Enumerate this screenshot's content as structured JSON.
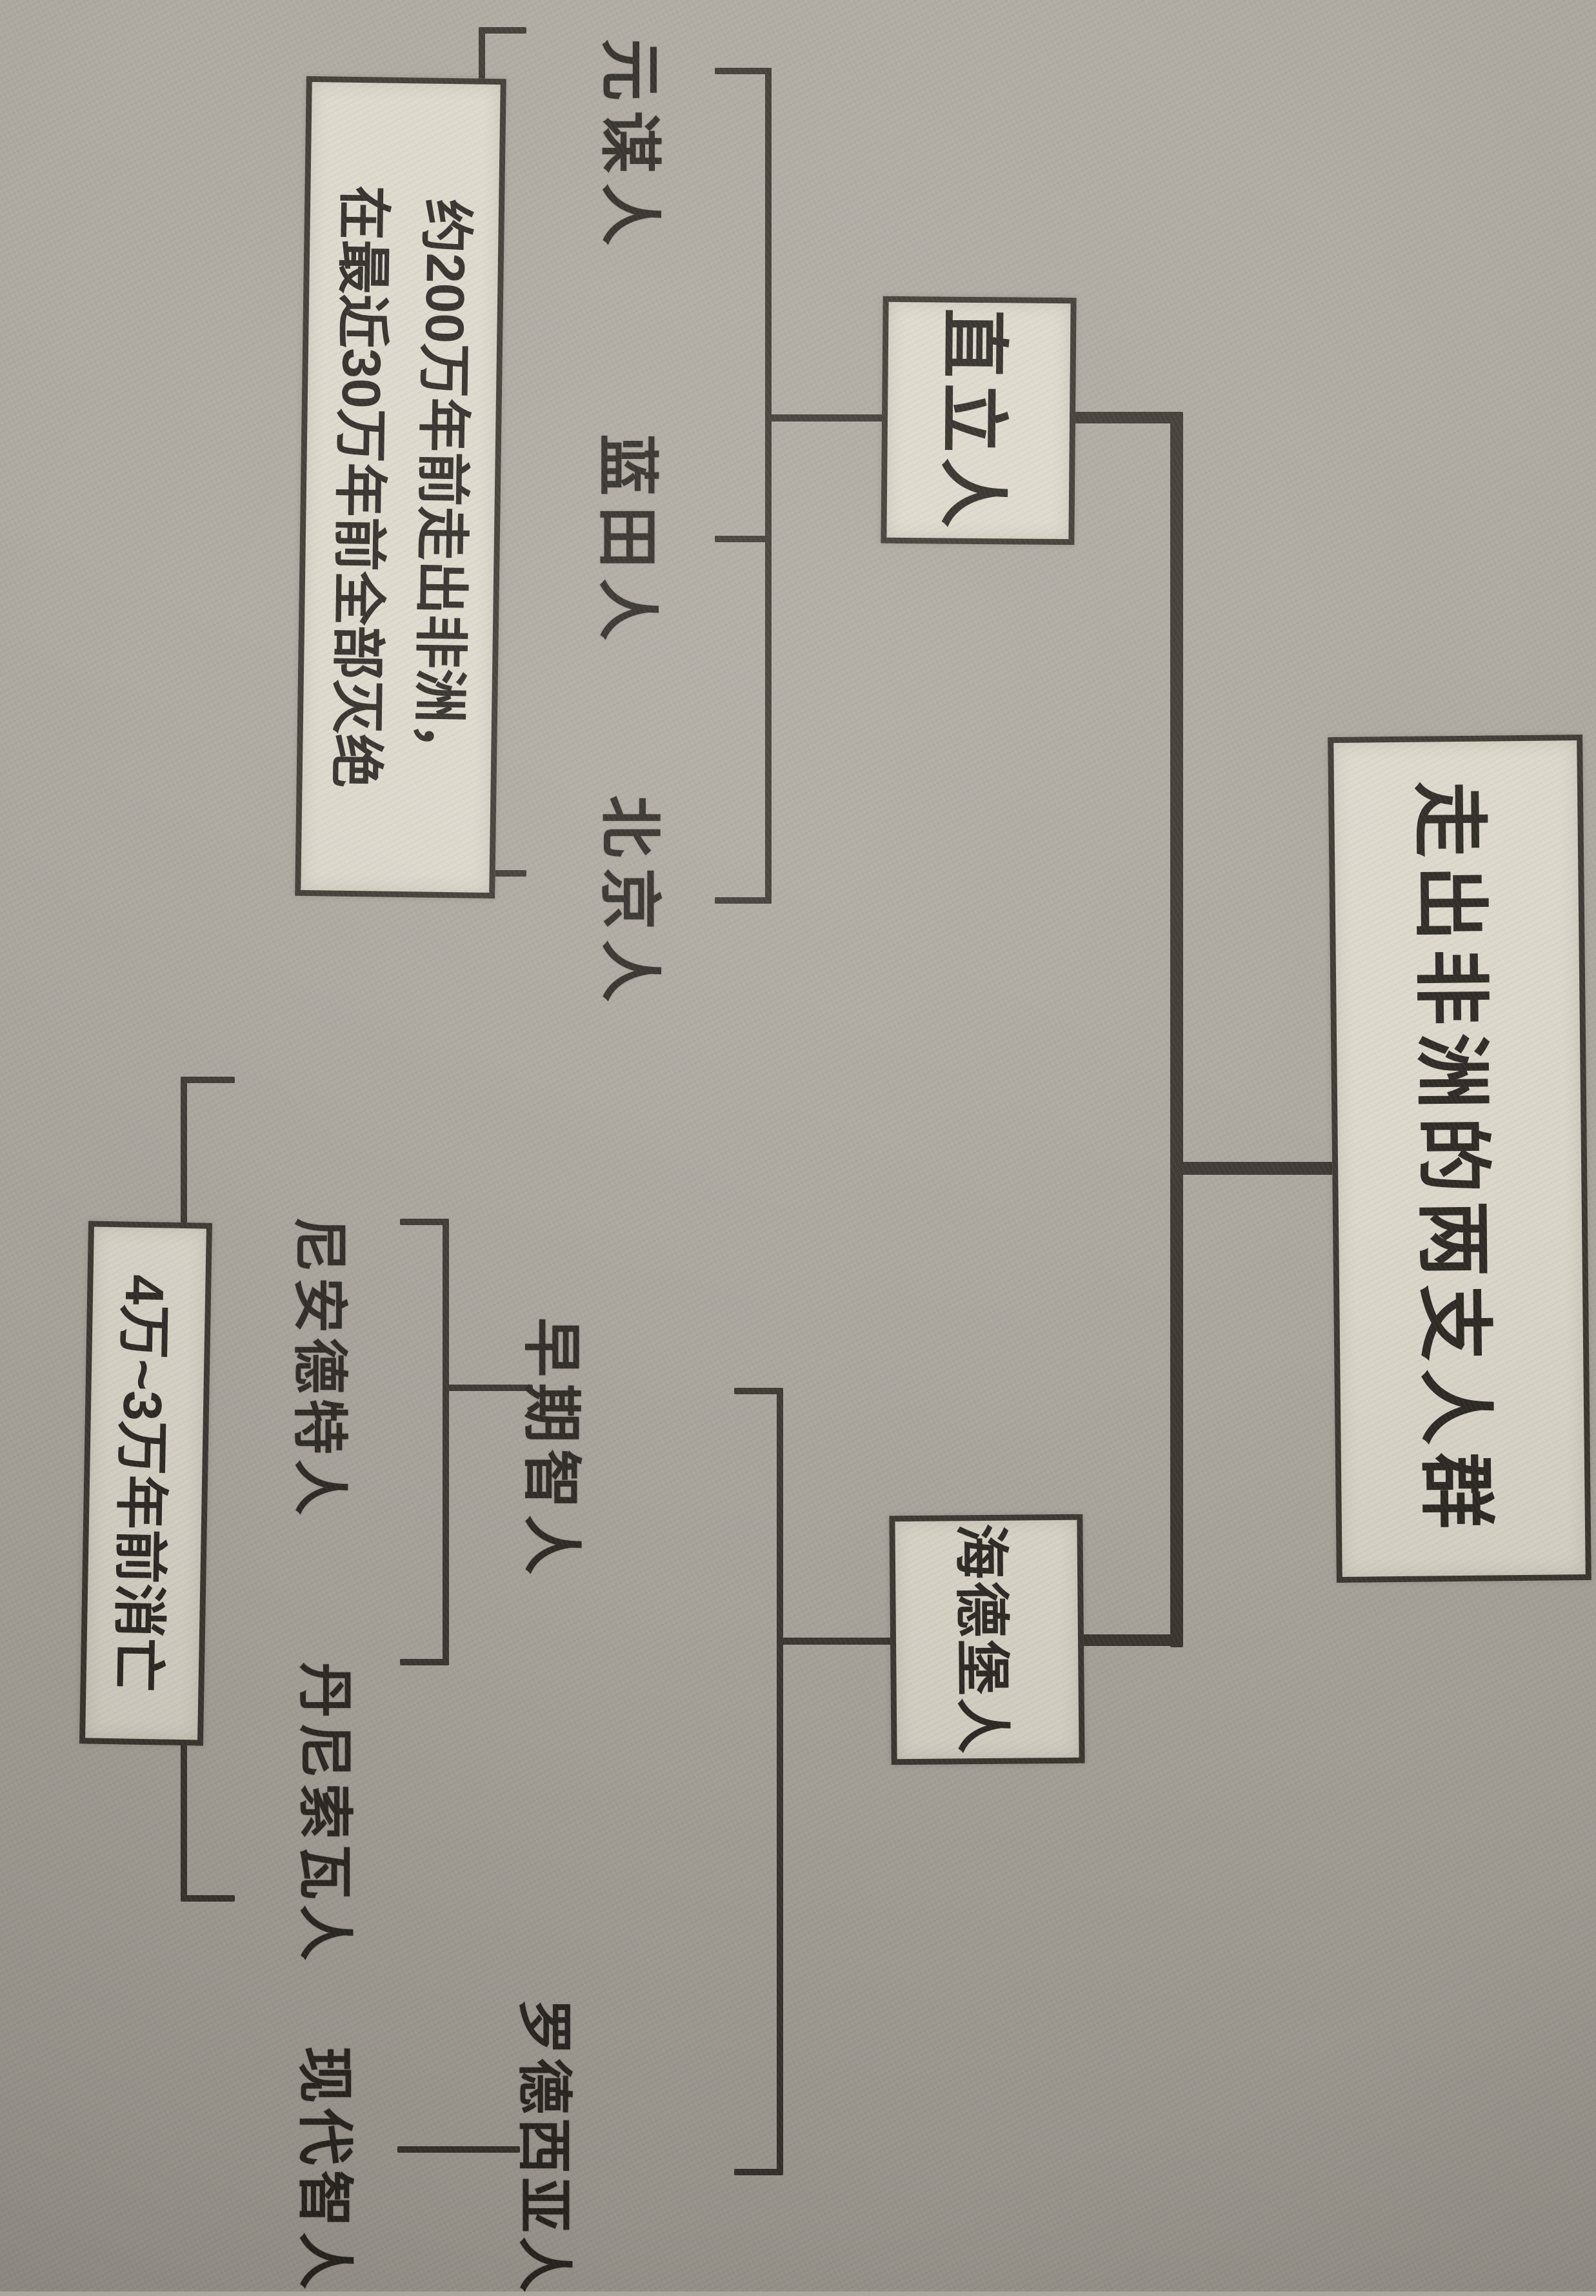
{
  "title": "走出非洲的两支人群",
  "erectus": {
    "label": "直立人",
    "descendants": [
      "元谋人",
      "蓝田人",
      "北京人"
    ],
    "note_line1": "约200万年前走出非洲，",
    "note_line2": "在最近30万年前全部灭绝"
  },
  "heidelberg": {
    "label": "海德堡人",
    "early_sapiens": {
      "label": "早期智人",
      "descendants": [
        "尼安德特人",
        "丹尼索瓦人"
      ],
      "note": "4万~3万年前消亡"
    },
    "rhodesian": {
      "label": "罗德西亚人",
      "descendant": "现代智人"
    }
  },
  "colors": {
    "paper": "#aca79e",
    "box_fill": "#dcd8cb",
    "line": "#3b362f",
    "text": "#2c2823"
  }
}
